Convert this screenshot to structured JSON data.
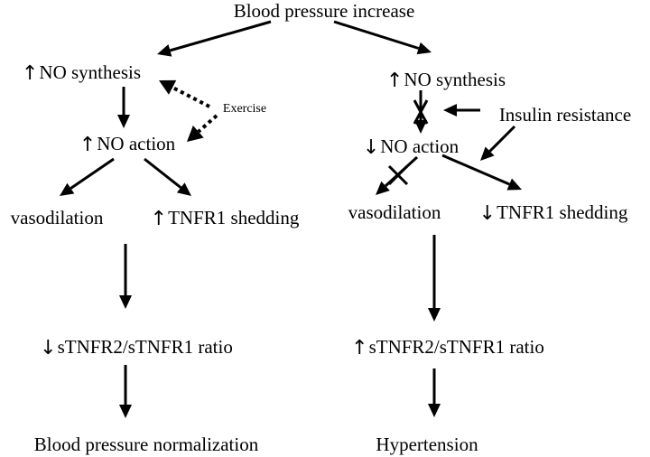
{
  "diagram": {
    "nodes": {
      "bp_increase": {
        "text": "Blood pressure increase"
      },
      "left_no_synthesis": {
        "indicator": "up-arrow-icon",
        "text": "NO synthesis"
      },
      "exercise": {
        "text": "Exercise"
      },
      "left_no_action": {
        "indicator": "up-arrow-icon",
        "text": "NO action"
      },
      "left_vasodilation": {
        "text": "vasodilation"
      },
      "left_tnfr1_shedding": {
        "indicator": "up-arrow-icon",
        "text": "TNFR1 shedding"
      },
      "left_ratio": {
        "indicator": "down-arrow-icon",
        "text": "sTNFR2/sTNFR1 ratio"
      },
      "bp_normalization": {
        "text": "Blood pressure normalization"
      },
      "right_no_synthesis": {
        "indicator": "up-arrow-icon",
        "text": "NO synthesis"
      },
      "insulin_resistance": {
        "text": "Insulin resistance"
      },
      "right_no_action": {
        "indicator": "down-arrow-icon",
        "text": "NO action"
      },
      "right_vasodilation": {
        "text": "vasodilation"
      },
      "right_tnfr1_shedding": {
        "indicator": "down-arrow-icon",
        "text": "TNFR1 shedding"
      },
      "right_ratio": {
        "indicator": "up-arrow-icon",
        "text": "sTNFR2/sTNFR1 ratio"
      },
      "hypertension": {
        "text": "Hypertension"
      }
    },
    "edges": [
      {
        "from": "bp_increase",
        "to": "left_no_synthesis",
        "style": "solid"
      },
      {
        "from": "bp_increase",
        "to": "right_no_synthesis",
        "style": "solid"
      },
      {
        "from": "left_no_synthesis",
        "to": "left_no_action",
        "style": "solid"
      },
      {
        "from": "exercise",
        "to": "left_no_synthesis",
        "style": "dotted"
      },
      {
        "from": "exercise",
        "to": "left_no_action",
        "style": "dotted"
      },
      {
        "from": "left_no_action",
        "to": "left_vasodilation",
        "style": "solid"
      },
      {
        "from": "left_no_action",
        "to": "left_tnfr1_shedding",
        "style": "solid"
      },
      {
        "from": "left_tnfr1_shedding",
        "to": "left_ratio",
        "style": "solid"
      },
      {
        "from": "left_ratio",
        "to": "bp_normalization",
        "style": "solid"
      },
      {
        "from": "right_no_synthesis",
        "to": "right_no_action",
        "style": "solid",
        "blocked": true
      },
      {
        "from": "insulin_resistance",
        "to": "right_no_synthesis",
        "style": "solid",
        "target": "block"
      },
      {
        "from": "insulin_resistance",
        "to": "right_no_action",
        "style": "solid"
      },
      {
        "from": "right_no_action",
        "to": "right_vasodilation",
        "style": "solid",
        "blocked": true
      },
      {
        "from": "right_no_action",
        "to": "right_tnfr1_shedding",
        "style": "solid"
      },
      {
        "from": "right_vasodilation",
        "to": "right_ratio",
        "style": "solid"
      },
      {
        "from": "right_ratio",
        "to": "hypertension",
        "style": "solid"
      }
    ],
    "colors": {
      "ink": "#000000",
      "background": "#ffffff"
    }
  }
}
